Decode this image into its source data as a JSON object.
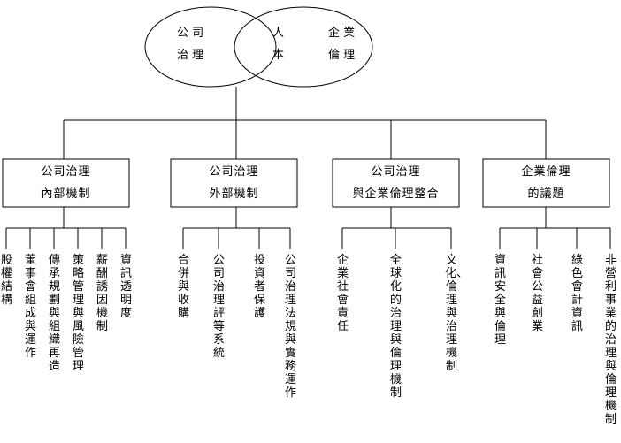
{
  "venn": {
    "left": [
      "公 司",
      "治 理"
    ],
    "center": [
      "人",
      "本"
    ],
    "right": [
      "企 業",
      "倫 理"
    ]
  },
  "categories": [
    {
      "title": [
        "公司治理",
        "內部機制"
      ],
      "items": [
        "股權結構",
        "董事會組成與運作",
        "傳承規劃與組織再造",
        "策略管理與風險管理",
        "薪酬誘因機制",
        "資訊透明度"
      ]
    },
    {
      "title": [
        "公司治理",
        "外部機制"
      ],
      "items": [
        "合併與收購",
        "公司治理評等系統",
        "投資者保護",
        "公司治理法規與實務運作"
      ]
    },
    {
      "title": [
        "公司治理",
        "與企業倫理整合"
      ],
      "items": [
        "企業社會責任",
        "全球化的治理與倫理機制",
        "文化、倫理與治理機制"
      ]
    },
    {
      "title": [
        "企業倫理",
        "的議題"
      ],
      "items": [
        "資訊安全與倫理",
        "社會公益創業",
        "綠色會計資訊",
        "非營利事業的治理與倫理機制"
      ]
    }
  ]
}
